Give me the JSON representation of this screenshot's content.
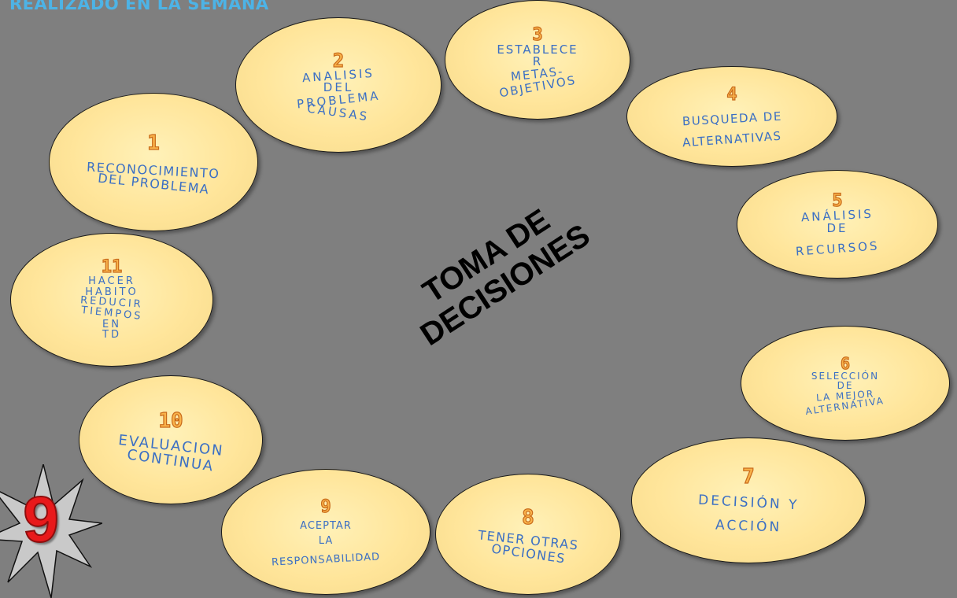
{
  "banner": "REALIZADO EN LA SEMANA",
  "center_title": [
    "TOMA DE",
    "DECISIONES"
  ],
  "badge_number": "9",
  "steps": [
    {
      "number": "1",
      "lines": [
        "RECONOCIMIENTO",
        "DEL PROBLEMA"
      ]
    },
    {
      "number": "2",
      "lines": [
        "ANALISIS",
        "DEL",
        "PROBLEMA",
        "CAUSAS"
      ]
    },
    {
      "number": "3",
      "lines": [
        "ESTABLECE",
        "R",
        "METAS-",
        "OBJETIVOS"
      ]
    },
    {
      "number": "4",
      "lines": [
        "BUSQUEDA DE",
        "ALTERNATIVAS"
      ]
    },
    {
      "number": "5",
      "lines": [
        "ANÁLISIS",
        "DE",
        "RECURSOS"
      ]
    },
    {
      "number": "6",
      "lines": [
        "SELECCIÓN",
        "DE",
        "LA MEJOR",
        "ALTERNATIVA"
      ]
    },
    {
      "number": "7",
      "lines": [
        "DECISIÓN Y",
        "ACCIÓN"
      ]
    },
    {
      "number": "8",
      "lines": [
        "TENER OTRAS",
        "OPCIONES"
      ]
    },
    {
      "number": "9",
      "lines": [
        "ACEPTAR",
        "LA",
        "RESPONSABILIDAD"
      ]
    },
    {
      "number": "10",
      "lines": [
        "EVALUACION",
        "CONTINUA"
      ]
    },
    {
      "number": "11",
      "lines": [
        "HACER",
        "HABITO",
        "REDUCIR",
        "TIEMPOS",
        "EN",
        "TD"
      ]
    }
  ]
}
